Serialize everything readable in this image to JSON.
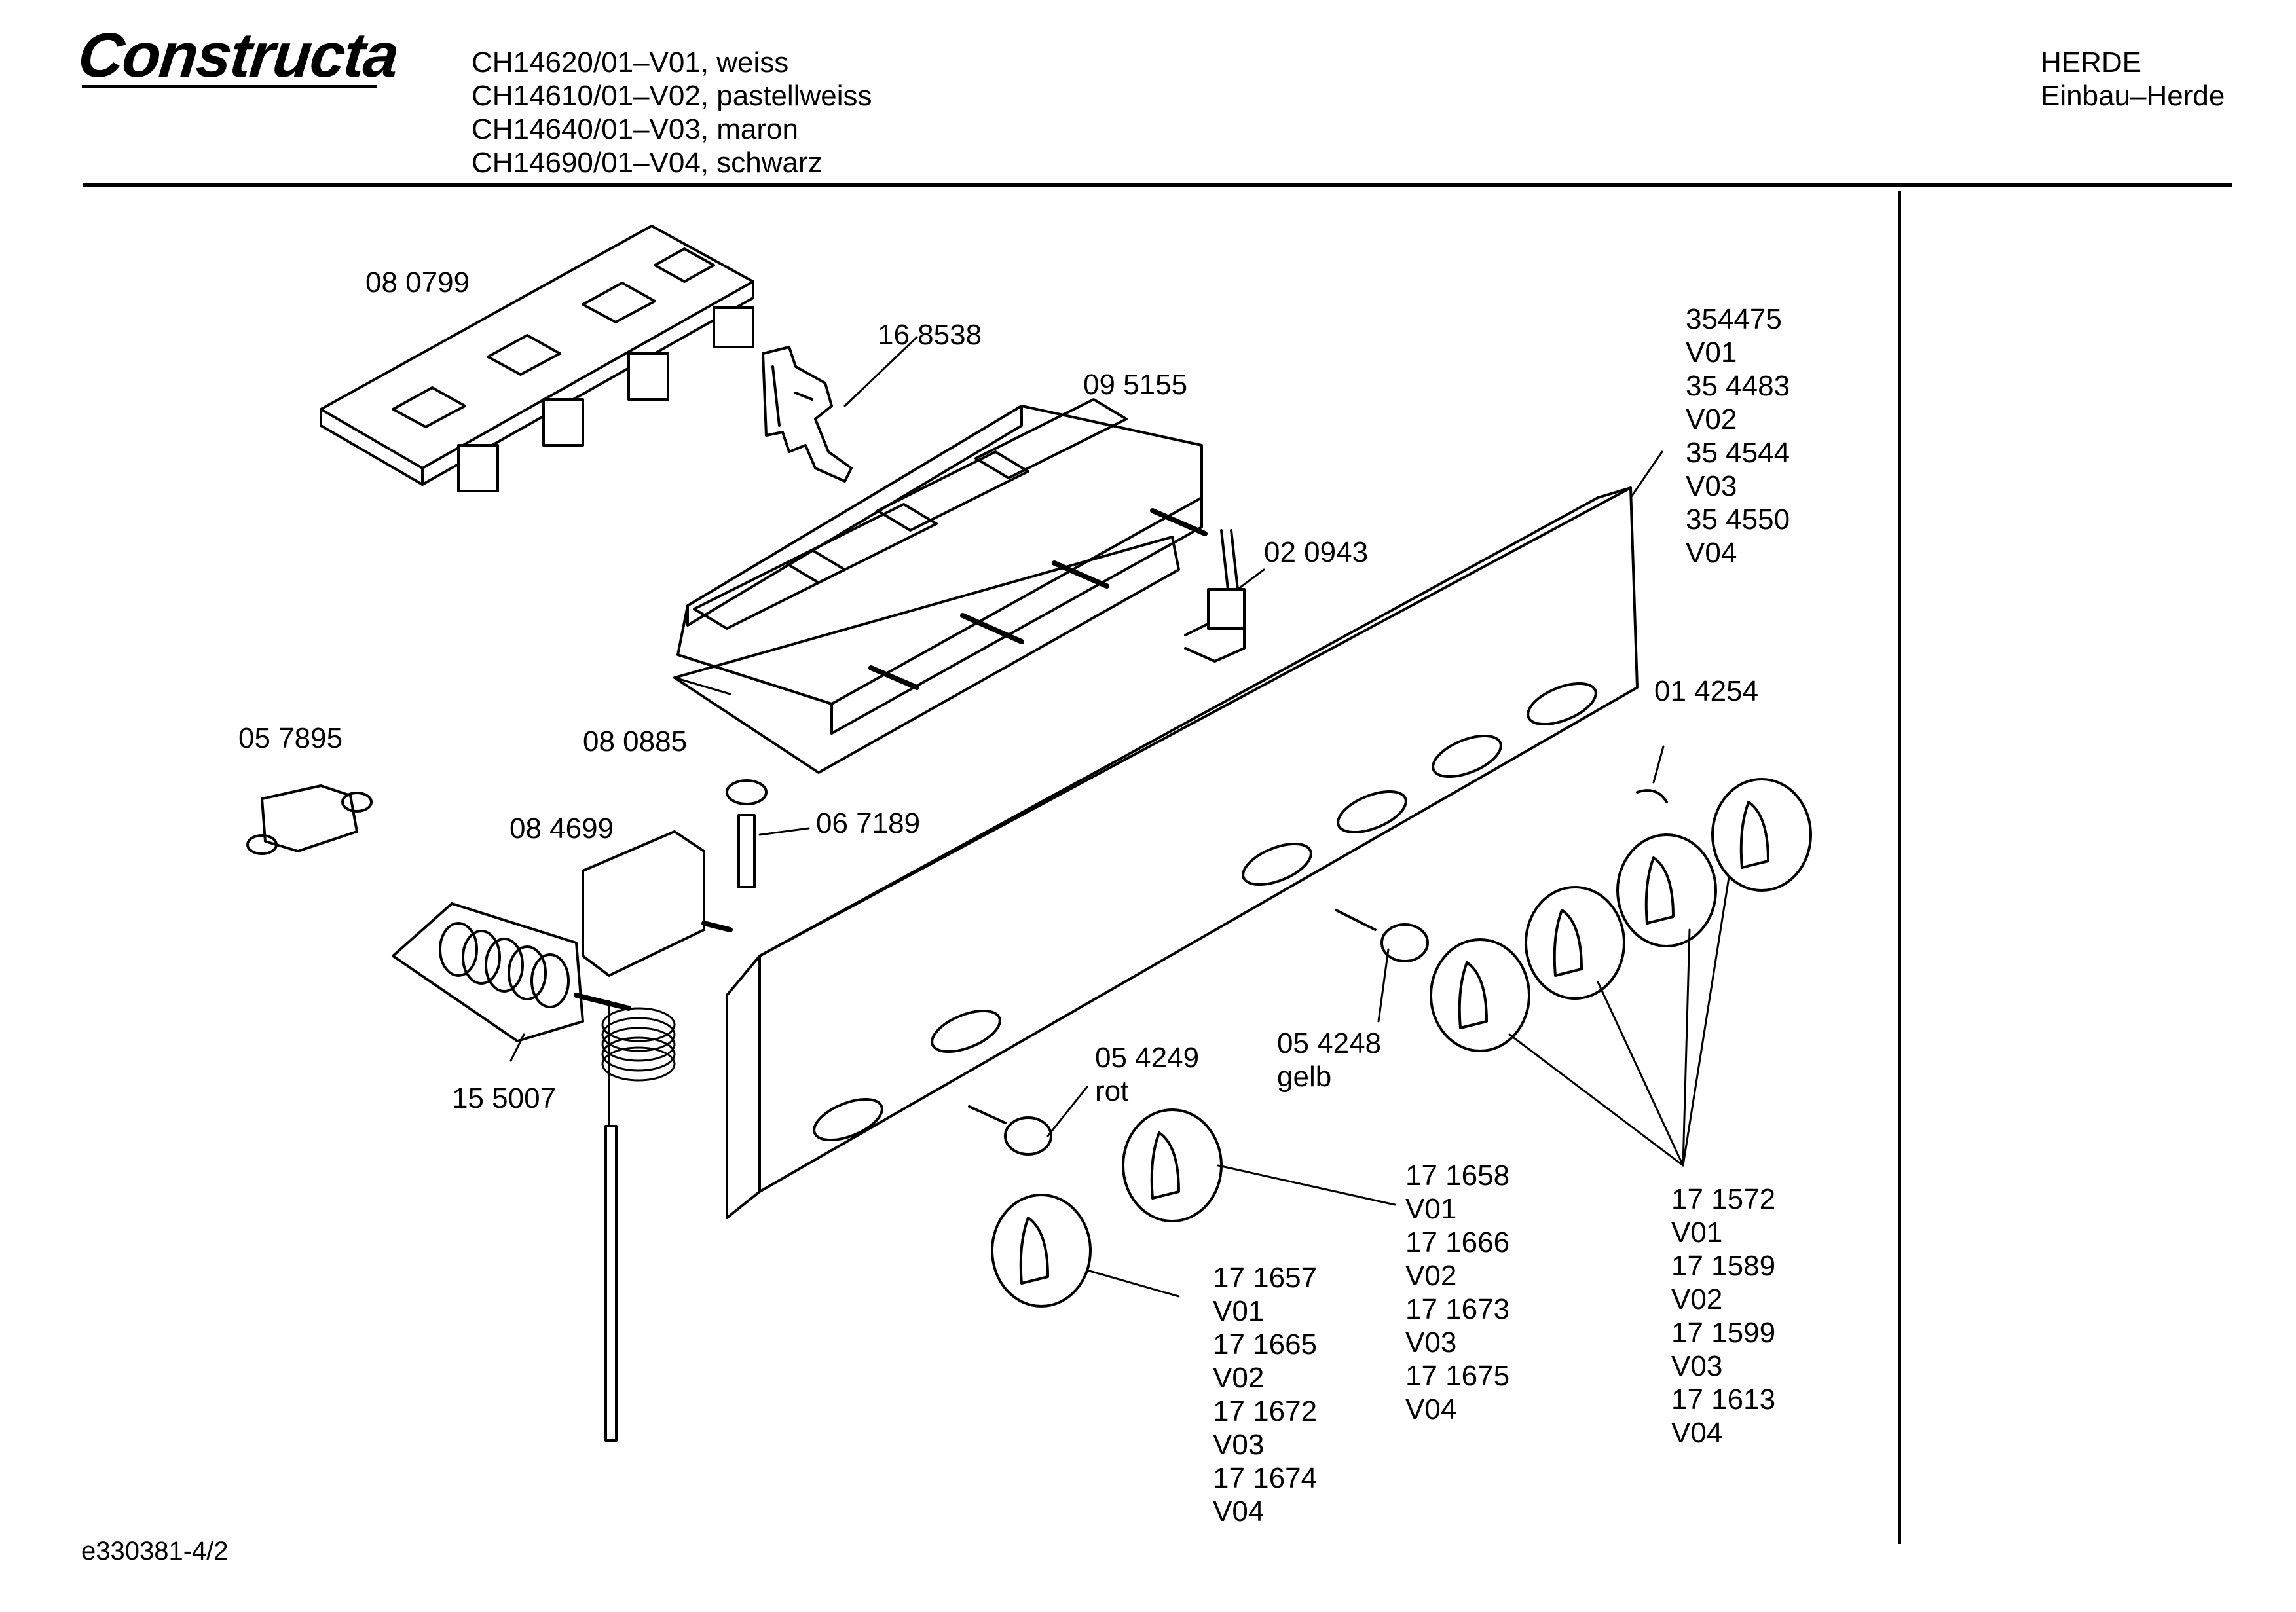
{
  "header": {
    "brand": "Constructa",
    "models": [
      "CH14620/01–V01, weiss",
      "CH14610/01–V02, pastellweiss",
      "CH14640/01–V03, maron",
      "CH14690/01–V04, schwarz"
    ],
    "category": [
      "HERDE",
      "Einbau–Herde"
    ]
  },
  "parts": {
    "p080799": "08 0799",
    "p168538": "16 8538",
    "p095155": "09 5155",
    "p020943": "02 0943",
    "p080885": "08 0885",
    "p057895": "05 7895",
    "p084699": "08 4699",
    "p067189": "06 7189",
    "p155007": "15 5007",
    "p014254": "01 4254",
    "p054249": [
      "05 4249",
      "rot"
    ],
    "p054248": [
      "05 4248",
      "gelb"
    ],
    "panel": [
      "354475",
      "V01",
      "35 4483",
      "V02",
      "35 4544",
      "V03",
      "35 4550",
      "V04"
    ],
    "knob_small": [
      "17 1657",
      "V01",
      "17 1665",
      "V02",
      "17 1672",
      "V03",
      "17 1674",
      "V04"
    ],
    "knob_mid": [
      "17 1658",
      "V01",
      "17 1666",
      "V02",
      "17 1673",
      "V03",
      "17 1675",
      "V04"
    ],
    "knob_right": [
      "17 1572",
      "V01",
      "17 1589",
      "V02",
      "17 1599",
      "V03",
      "17 1613",
      "V04"
    ]
  },
  "footer": {
    "ref": "e330381-4/2"
  }
}
